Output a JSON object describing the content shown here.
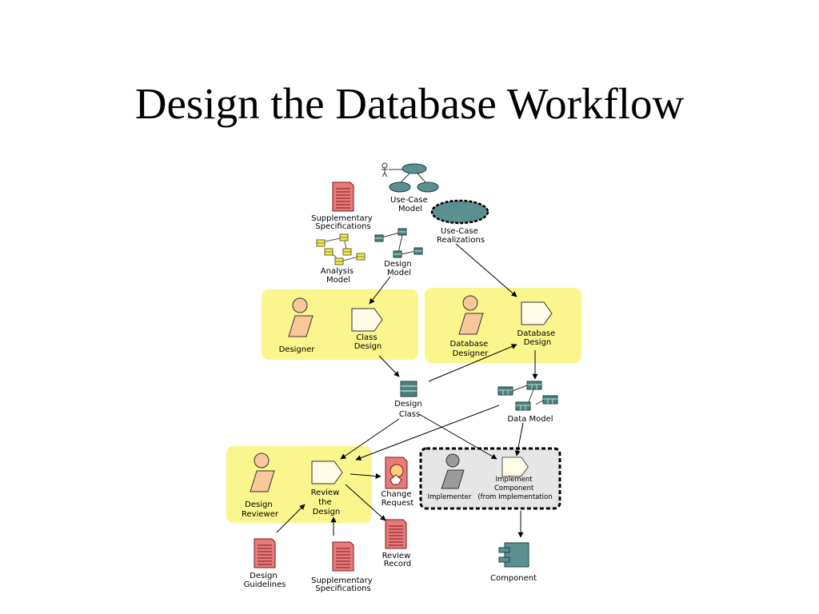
{
  "title": "Design the Database Workflow",
  "diagram": {
    "artifacts": {
      "use_case_model": [
        "Use-Case",
        "Model"
      ],
      "use_case_realizations": [
        "Use-Case",
        "Realizations"
      ],
      "supplementary_specs_top": [
        "Supplementary",
        "Specifications"
      ],
      "analysis_model": [
        "Analysis",
        "Model"
      ],
      "design_model": [
        "Design",
        "Model"
      ],
      "design_class": [
        "Design",
        "Class"
      ],
      "data_model": "Data  Model",
      "change_request": [
        "Change",
        "Request"
      ],
      "review_record": [
        "Review",
        "Record"
      ],
      "design_guidelines": [
        "Design",
        "Guidelines"
      ],
      "supplementary_specs_bottom": [
        "Supplementary",
        "Specifications"
      ],
      "component": "Component"
    },
    "workers": {
      "designer": "Designer",
      "database_designer": [
        "Database",
        "Designer"
      ],
      "design_reviewer": [
        "Design",
        "Reviewer"
      ],
      "implementer": "Implementer"
    },
    "activities": {
      "class_design": [
        "Class",
        "Design"
      ],
      "database_design": [
        "Database",
        "Design"
      ],
      "review_the_design": [
        "Review",
        "the",
        "Design"
      ],
      "implement_component": [
        "Implement",
        "Component",
        "(from Implementation"
      ]
    },
    "colors": {
      "swimlane": "#faf58c",
      "implementation_lane": "#e6e6e6",
      "teal": "#5b9090",
      "doc_red": "#e87a7a",
      "worker_skin": "#f8c79a",
      "analysis_yellow": "#f0e860"
    }
  }
}
